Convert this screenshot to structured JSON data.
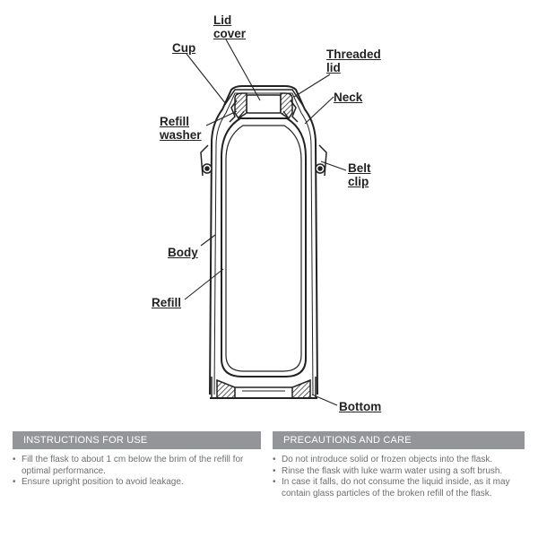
{
  "labels": {
    "lid_cover": "Lid cover",
    "cup": "Cup",
    "threaded_lid": "Threaded lid",
    "neck": "Neck",
    "refill_washer": "Refill washer",
    "belt_clip": "Belt clip",
    "body": "Body",
    "refill": "Refill",
    "bottom": "Bottom"
  },
  "label_lines": {
    "lid_cover": [
      "Lid",
      "cover"
    ],
    "threaded_lid": [
      "Threaded",
      "lid"
    ],
    "refill_washer": [
      "Refill",
      "washer"
    ],
    "belt_clip": [
      "Belt",
      "clip"
    ]
  },
  "instructions": {
    "title": "INSTRUCTIONS FOR USE",
    "items": [
      "Fill the flask to about 1 cm below the brim of the refill for optimal performance.",
      "Ensure upright position to avoid leakage."
    ]
  },
  "precautions": {
    "title": "PRECAUTIONS AND CARE",
    "items": [
      "Do not introduce solid or frozen objects into the flask.",
      "Rinse the flask with luke warm water using a soft brush.",
      "In case it falls, do not consume the liquid inside, as it may contain glass particles of the broken refill of the flask."
    ]
  },
  "colors": {
    "panel_header": "#939598",
    "line": "#222222",
    "text_light": "#6d6e71"
  }
}
